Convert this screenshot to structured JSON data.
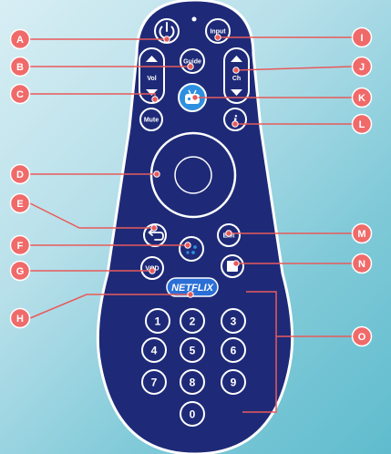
{
  "remote": {
    "buttons": {
      "input": "Input",
      "guide": "Guide",
      "vol": "Vol",
      "ch": "Ch",
      "mute": "Mute",
      "info": "i",
      "exit": "Exit",
      "vod": "VOD",
      "netflix": "NETFLIX"
    },
    "numpad": [
      "1",
      "2",
      "3",
      "4",
      "5",
      "6",
      "7",
      "8",
      "9",
      "0"
    ]
  },
  "callouts": [
    "A",
    "B",
    "C",
    "D",
    "E",
    "F",
    "G",
    "H",
    "I",
    "J",
    "K",
    "L",
    "M",
    "N",
    "O"
  ],
  "colors": {
    "remote_body": "#1e2a78",
    "callout": "#f06a6a",
    "netflix_button": "#2a6fd6",
    "assistant_blue": "#2e8fe0"
  }
}
